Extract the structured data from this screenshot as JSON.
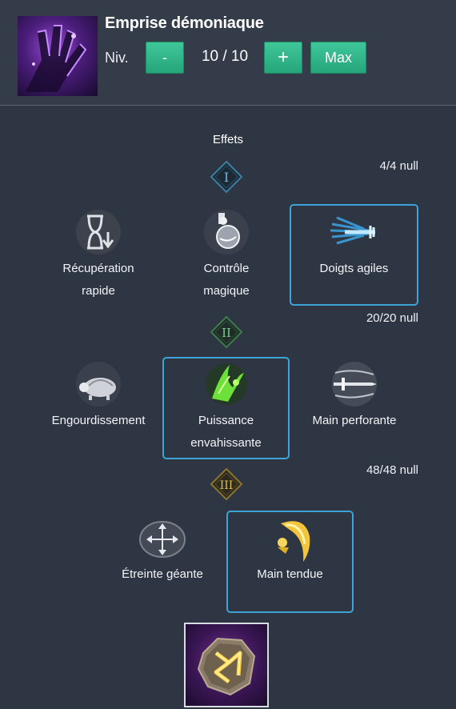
{
  "header": {
    "skill_name": "Emprise démoniaque",
    "level_label": "Niv.",
    "level_value": "10 / 10",
    "minus_label": "-",
    "plus_label": "+",
    "max_label": "Max"
  },
  "effects_title": "Effets",
  "tiers": [
    {
      "numeral": "I",
      "count": "4/4 null",
      "color": "#4a9bc0",
      "effects": [
        {
          "line1": "Récupération",
          "line2": "rapide",
          "icon": "hourglass-icon",
          "selected": false
        },
        {
          "line1": "Contrôle",
          "line2": "magique",
          "icon": "potion-icon",
          "selected": false
        },
        {
          "line1": "Doigts agiles",
          "line2": "",
          "icon": "blue-blades-icon",
          "selected": true
        }
      ]
    },
    {
      "numeral": "II",
      "count": "20/20 null",
      "color": "#5aa86a",
      "effects": [
        {
          "line1": "Engourdissement",
          "line2": "",
          "icon": "turtle-icon",
          "selected": false
        },
        {
          "line1": "Puissance",
          "line2": "envahissante",
          "icon": "green-claw-icon",
          "selected": true
        },
        {
          "line1": "Main perforante",
          "line2": "",
          "icon": "piercing-sword-icon",
          "selected": false
        }
      ]
    },
    {
      "numeral": "III",
      "count": "48/48 null",
      "color": "#c9a43a",
      "effects": [
        {
          "line1": "Étreinte géante",
          "line2": "",
          "icon": "expand-arrows-icon",
          "selected": false
        },
        {
          "line1": "Main tendue",
          "line2": "",
          "icon": "golden-swoosh-icon",
          "selected": true
        }
      ]
    }
  ],
  "bottom_item": {
    "icon": "rune-stone-icon"
  }
}
